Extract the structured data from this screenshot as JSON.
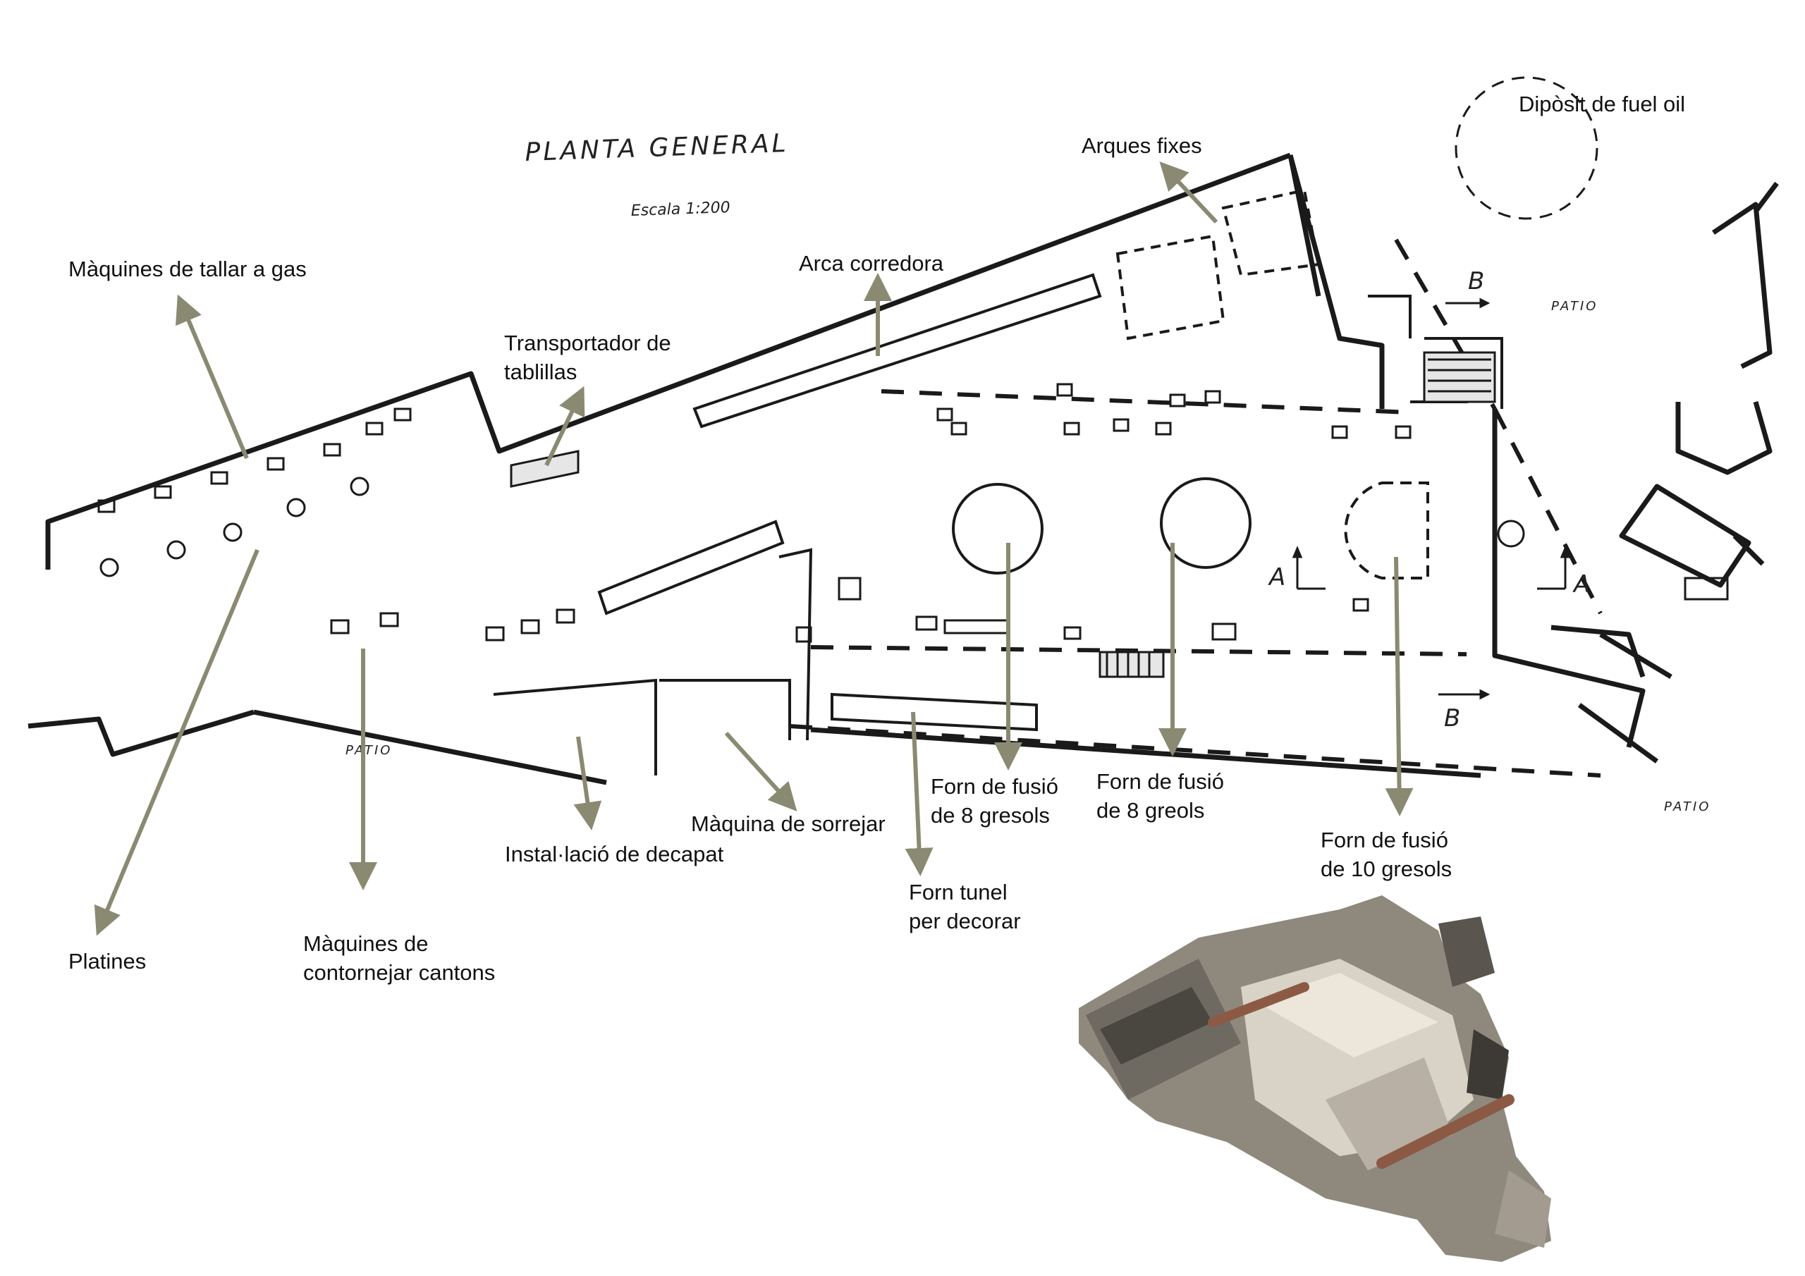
{
  "plan": {
    "title": "PLANTA GENERAL",
    "scale": "Escala 1:200",
    "patio_label": "PATIO",
    "section_a": "A",
    "section_b": "B"
  },
  "labels": {
    "diposit": "Dipòsit de fuel oil",
    "arques": "Arques fixes",
    "tallar_gas": "Màquines de tallar a gas",
    "arca": "Arca corredora",
    "transportador_1": "Transportador de",
    "transportador_2": "tablillas",
    "forn8g_1": "Forn de fusió",
    "forn8g_2": "de 8 gresols",
    "forn8r_1": "Forn de fusió",
    "forn8r_2": "de 8 greols",
    "sorrejar": "Màquina de sorrejar",
    "decapat": "Instal·lació de decapat",
    "forn10_1": "Forn de fusió",
    "forn10_2": "de 10 gresols",
    "tunel_1": "Forn tunel",
    "tunel_2": "per decorar",
    "platines": "Platines",
    "contornejar_1": "Màquines de",
    "contornejar_2": "contornejar cantons"
  },
  "colors": {
    "arrow": "#8a8a72",
    "wall": "#1a1a1a",
    "photo_roof": "#d9d2c6",
    "photo_dark": "#4a4640",
    "chimney": "#8c5a44"
  }
}
